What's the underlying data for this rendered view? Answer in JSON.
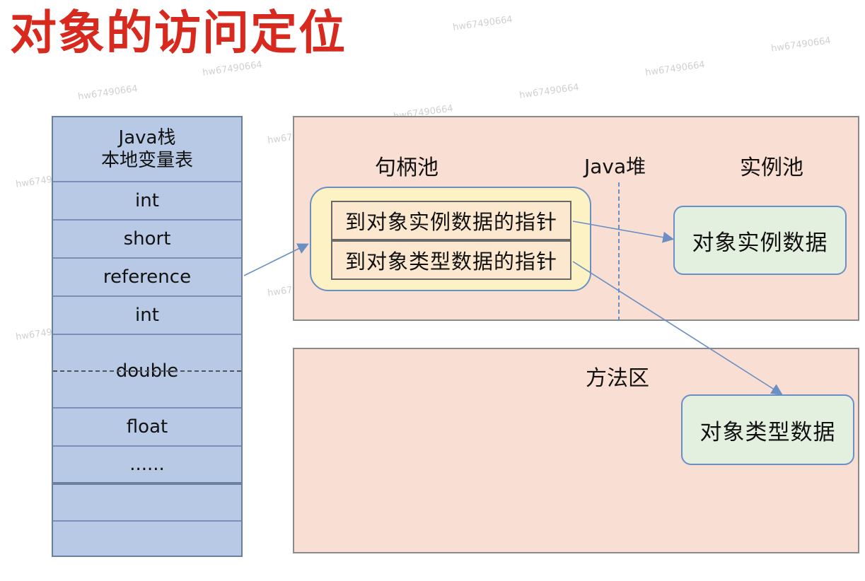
{
  "title": "对象的访问定位",
  "watermark": "hw67490664",
  "stack": {
    "header_line1": "Java栈",
    "header_line2": "本地变量表",
    "cells": [
      "int",
      "short",
      "reference",
      "int",
      "double",
      "float",
      "......",
      "",
      ""
    ]
  },
  "heap": {
    "label": "Java堆",
    "handle_pool_label": "句柄池",
    "instance_pool_label": "实例池",
    "pointer_instance": "到对象实例数据的指针",
    "pointer_type": "到对象类型数据的指针",
    "instance_data": "对象实例数据"
  },
  "method_area": {
    "label": "方法区",
    "type_data": "对象类型数据"
  },
  "colors": {
    "title": "#d8291f",
    "stack_fill": "#b8c9e6",
    "heap_fill": "#f9dfd3",
    "handle_pool_fill": "#fdf2c4",
    "green_box_fill": "#e4f0df",
    "arrow": "#6a8fc2"
  }
}
